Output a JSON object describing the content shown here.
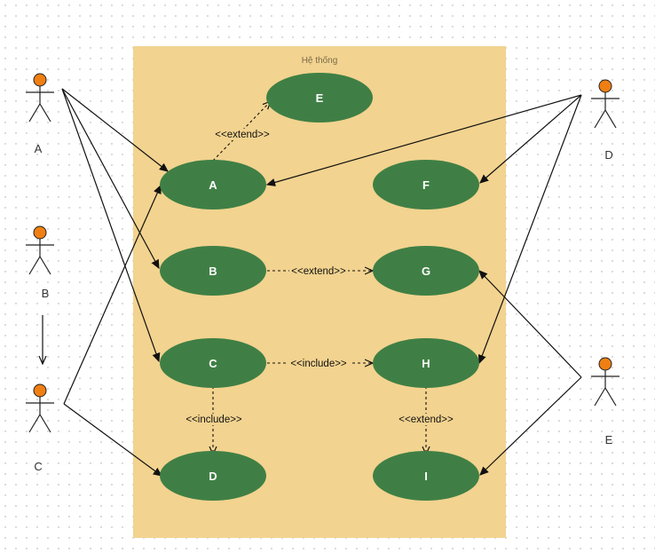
{
  "system": {
    "title": "Hệ thống"
  },
  "colors": {
    "boundary": "#f2d38f",
    "usecase": "#3f7f45",
    "usecase_text": "#ffffff",
    "actor_head": "#f07f13",
    "line": "#111111"
  },
  "actors": {
    "a": {
      "label": "A"
    },
    "b": {
      "label": "B"
    },
    "c": {
      "label": "C"
    },
    "d": {
      "label": "D"
    },
    "e": {
      "label": "E"
    }
  },
  "usecases": {
    "a": {
      "label": "A"
    },
    "b": {
      "label": "B"
    },
    "c": {
      "label": "C"
    },
    "d": {
      "label": "D"
    },
    "e": {
      "label": "E"
    },
    "f": {
      "label": "F"
    },
    "g": {
      "label": "G"
    },
    "h": {
      "label": "H"
    },
    "i": {
      "label": "I"
    }
  },
  "relations": {
    "a_e": "<<extend>>",
    "b_g": "<<extend>>",
    "c_h": "<<include>>",
    "c_d": "<<include>>",
    "h_i": "<<extend>>"
  }
}
